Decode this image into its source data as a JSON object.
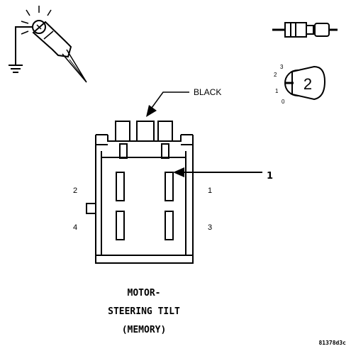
{
  "connector": {
    "color_label": "BLACK",
    "pins": [
      "1",
      "2",
      "3",
      "4"
    ],
    "callout": "1"
  },
  "title": {
    "line1": "MOTOR-",
    "line2": "STEERING TILT",
    "line3": "(MEMORY)"
  },
  "legend": {
    "position_marks": [
      "3",
      "2",
      "1",
      "0"
    ],
    "key_number": "2"
  },
  "figure_code": "81378d3c",
  "colors": {
    "ink": "#000000",
    "paper": "#ffffff"
  }
}
